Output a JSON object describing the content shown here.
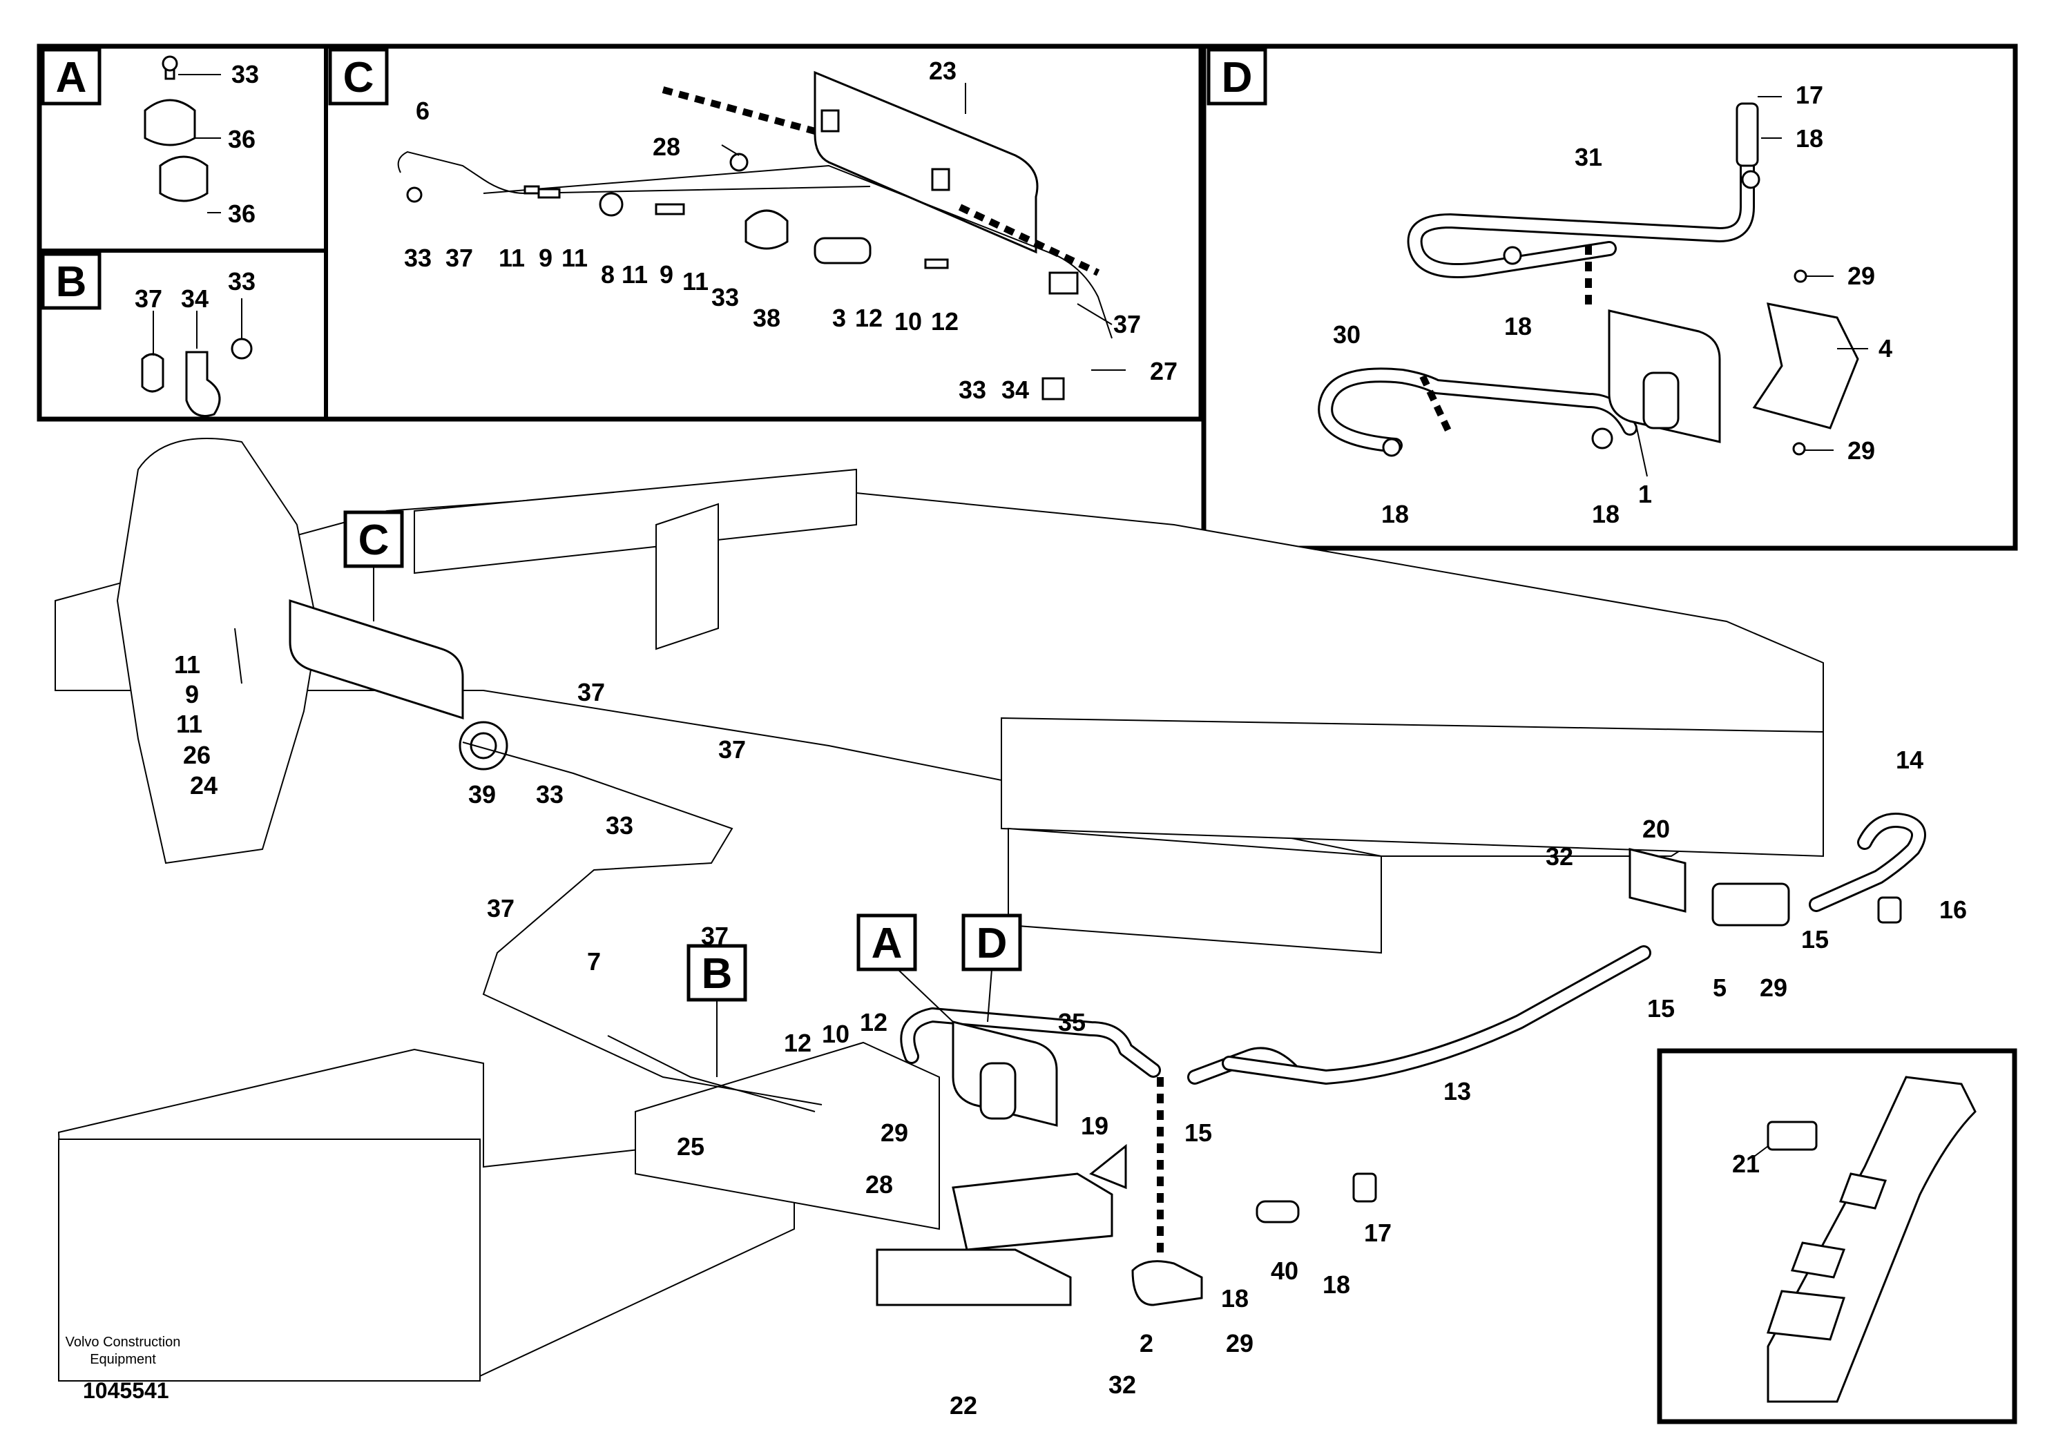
{
  "detail_boxes": {
    "A": {
      "letter": "A",
      "labels": [
        "33",
        "36",
        "36"
      ]
    },
    "B": {
      "letter": "B",
      "labels": [
        "37",
        "34",
        "33"
      ]
    },
    "C": {
      "letter": "C",
      "labels": [
        "23",
        "6",
        "28",
        "33",
        "37",
        "11",
        "9",
        "11",
        "8",
        "11",
        "9",
        "11",
        "33",
        "38",
        "3",
        "12",
        "10",
        "12",
        "37",
        "33",
        "34",
        "27"
      ]
    },
    "D": {
      "letter": "D",
      "labels": [
        "17",
        "18",
        "31",
        "18",
        "29",
        "30",
        "4",
        "29",
        "18",
        "18",
        "1"
      ]
    }
  },
  "main_callouts": {
    "C": "C",
    "A": "A",
    "D": "D",
    "B": "B",
    "labels": [
      "11",
      "9",
      "11",
      "26",
      "24",
      "39",
      "37",
      "33",
      "37",
      "33",
      "37",
      "37",
      "7",
      "25",
      "12",
      "10",
      "12",
      "35",
      "29",
      "15",
      "13",
      "14",
      "20",
      "32",
      "16",
      "15",
      "15",
      "5",
      "29",
      "19",
      "28",
      "22",
      "32",
      "2",
      "29",
      "18",
      "40",
      "18",
      "17",
      "21"
    ]
  },
  "footer": {
    "maker_line1": "Volvo Construction",
    "maker_line2": "Equipment",
    "drawing_number": "1045541"
  }
}
